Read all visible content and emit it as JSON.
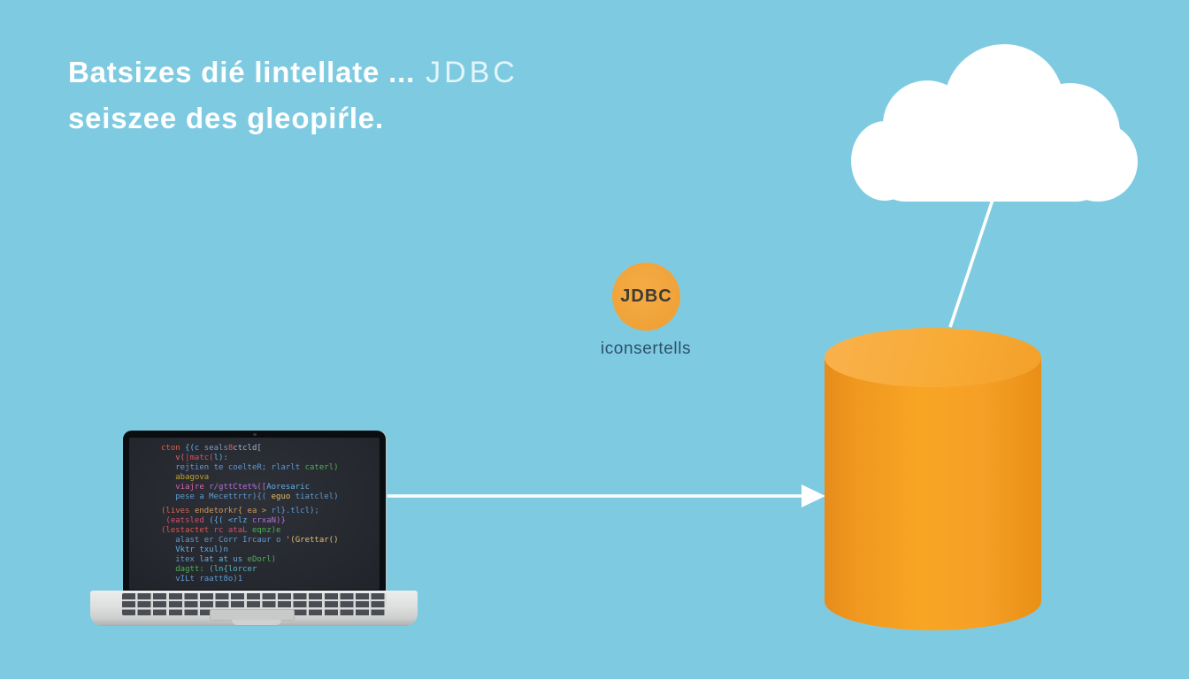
{
  "headline": {
    "line1_main": "Batsizes dié lintellate ...",
    "line1_accent": "JDBC",
    "line2": "seiszee des gleopiŕle."
  },
  "jdbc_badge": {
    "label": "JDBC",
    "caption": "iconsertells"
  },
  "laptop": {
    "code_lines": [
      {
        "segs": [
          [
            "cton ",
            "#e0624d"
          ],
          [
            "{(c ",
            "#62aee8"
          ],
          [
            "seals",
            "#7d9bc0"
          ],
          [
            "8",
            "#e0624d"
          ],
          [
            "ctcld[",
            "#9fb6d8"
          ]
        ]
      },
      {
        "segs": [
          [
            "   v(",
            "#e06c75"
          ],
          [
            "|matc(",
            "#d4506a"
          ],
          [
            "l):",
            "#62aee8"
          ]
        ]
      },
      {
        "segs": [
          [
            "   rejtien te coelteR; rlarlt ",
            "#5f9ad2"
          ],
          [
            "caterl)",
            "#4db056"
          ]
        ]
      },
      {
        "segs": [
          [
            "   abagova",
            "#bfa22e"
          ]
        ]
      },
      {
        "segs": [
          [
            "   viajre ",
            "#d867ae"
          ],
          [
            "r/gttCtet%([",
            "#b070d8"
          ],
          [
            "Aoresaric",
            "#62aee8"
          ]
        ]
      },
      {
        "segs": [
          [
            "   pese a Mecettrtr){( ",
            "#5f9ad2"
          ],
          [
            "eguo ",
            "#e2c06c"
          ],
          [
            "tiatclel)",
            "#5f9ad2"
          ]
        ]
      },
      {
        "gap": true,
        "segs": [
          [
            "(lives ",
            "#e0624d"
          ],
          [
            "endetorkr{ ea > ",
            "#d19a5a"
          ],
          [
            "rl}.tlcl);",
            "#5f9ad2"
          ]
        ]
      },
      {
        "segs": [
          [
            " (eatsled ",
            "#d4506a"
          ],
          [
            "({( <rlz ",
            "#62aee8"
          ],
          [
            "crxaN)}",
            "#b070d8"
          ]
        ]
      },
      {
        "segs": [
          [
            "(lestactet ",
            "#e0554f"
          ],
          [
            "rc ataL ",
            "#d4506a"
          ],
          [
            "eqnz)e",
            "#4db056"
          ]
        ]
      },
      {
        "segs": [
          [
            "   alast er Corr Ircaur o ",
            "#5f9ad2"
          ],
          [
            "'(Grettar()",
            "#e2c06c"
          ]
        ]
      },
      {
        "segs": [
          [
            "   Vktr txul)n",
            "#62aee8"
          ]
        ]
      },
      {
        "segs": [
          [
            "   itex ",
            "#5f9ad2"
          ],
          [
            "lat at us ",
            "#62aee8"
          ],
          [
            "eDorl)",
            "#4db056"
          ]
        ]
      },
      {
        "segs": [
          [
            "   dagtt: ",
            "#4db056"
          ],
          [
            "(ln{lorcer",
            "#56b6c2"
          ]
        ]
      },
      {
        "segs": [
          [
            "   vILt raatt8o)1",
            "#5f9ad2"
          ]
        ]
      }
    ]
  },
  "palette": {
    "background": "#7ecbe1",
    "headline_text": "#ffffff",
    "cloud": "#ffffff",
    "connector": "#ffffff",
    "cylinder_body": "#f8a524",
    "cylinder_top": "#f8ab36",
    "badge": "#f0a238",
    "badge_text": "#3d3b33",
    "caption_text": "#2c506a"
  }
}
